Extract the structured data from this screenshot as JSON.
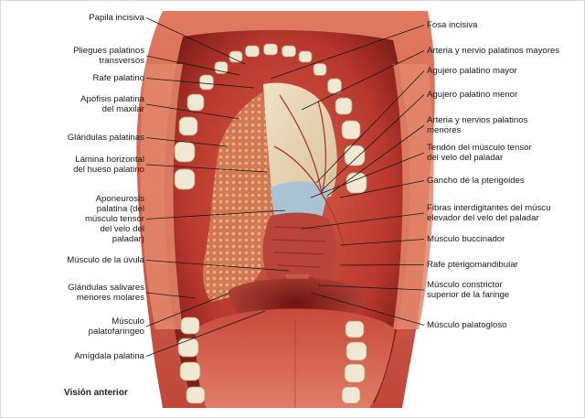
{
  "figure": {
    "caption": "Visión anterior",
    "colors": {
      "tissue": "#c7453a",
      "tissue_dark": "#8e221c",
      "tissue_light": "#e47d66",
      "lip": "#d96b52",
      "teeth": "#f1e8d3",
      "glands": "#dc8a63",
      "bone": "#e9d8b9",
      "aponeurosis": "#a9c2d4",
      "background": "#ffffff",
      "leader_line": "#1a1a1a"
    }
  },
  "labels": {
    "left": [
      {
        "id": "papila-incisiva",
        "lines": [
          "Papila incisiva"
        ]
      },
      {
        "id": "pliegues-palatinos",
        "lines": [
          "Pliegues palatinos",
          "transversos"
        ]
      },
      {
        "id": "rafe-palatino",
        "lines": [
          "Rafe palatino"
        ]
      },
      {
        "id": "apofisis-palatina",
        "lines": [
          "Apófisis palatina",
          "del maxilar"
        ]
      },
      {
        "id": "glandulas-palatinas",
        "lines": [
          "Glándulas palatinas"
        ]
      },
      {
        "id": "lamina-horizontal",
        "lines": [
          "Lámina horizontal",
          "del hueso palatino"
        ]
      },
      {
        "id": "aponeurosis-palatina",
        "lines": [
          "Aponeurosis",
          "palatina (del",
          "músculo tensor",
          "del velo del",
          "paladar)"
        ]
      },
      {
        "id": "musculo-uvula",
        "lines": [
          "Músculo de la úvula"
        ]
      },
      {
        "id": "glandulas-salivares",
        "lines": [
          "Glándulas salivares",
          "menores molares"
        ]
      },
      {
        "id": "palatofaringeo",
        "lines": [
          "Músculo",
          "palatofaríngeo"
        ]
      },
      {
        "id": "amigdala-palatina",
        "lines": [
          "Amígdala palatina"
        ]
      }
    ],
    "right": [
      {
        "id": "fosa-incisiva",
        "lines": [
          "Fosa incisiva"
        ]
      },
      {
        "id": "arteria-nervio-mayores",
        "lines": [
          "Arteria y nervio palatinos mayores"
        ]
      },
      {
        "id": "agujero-mayor",
        "lines": [
          "Agujero palatino mayor"
        ]
      },
      {
        "id": "agujero-menor",
        "lines": [
          "Agujero palatino menor"
        ]
      },
      {
        "id": "arterias-menores",
        "lines": [
          "Arteria y nervios palatinos",
          "menores"
        ]
      },
      {
        "id": "tendon-tensor",
        "lines": [
          "Tendón del músculo tensor",
          "del velo del paladar"
        ]
      },
      {
        "id": "gancho-pterigoides",
        "lines": [
          "Gancho de la pterigoides"
        ]
      },
      {
        "id": "fibras-interdigitantes",
        "lines": [
          "Fibras interdigitantes del múscu",
          "elevador del velo del paladar"
        ]
      },
      {
        "id": "buccinador",
        "lines": [
          "Músculo buccinador"
        ]
      },
      {
        "id": "rafe-pterigomandibular",
        "lines": [
          "Rafe pterigomandibular"
        ]
      },
      {
        "id": "constrictor-superior",
        "lines": [
          "Músculo constrictor",
          "superior de la faringe"
        ]
      },
      {
        "id": "palatogloso",
        "lines": [
          "Músculo palatogloso"
        ]
      }
    ]
  }
}
